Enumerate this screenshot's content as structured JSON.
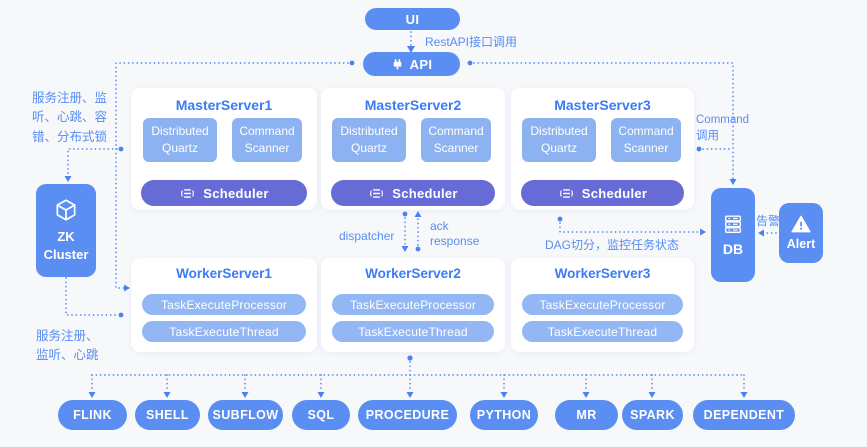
{
  "top": {
    "ui": "UI",
    "rest_label": "RestAPI接口调用",
    "api": "API"
  },
  "left": {
    "note_top": "服务注册、监\n听、心跳、容\n错、分布式锁",
    "zk_name": "ZK\nCluster",
    "note_bottom": "服务注册、\n监听、心跳"
  },
  "masters": [
    {
      "title": "MasterServer1",
      "quartz": "Distributed Quartz",
      "scanner": "Command Scanner",
      "scheduler": "Scheduler"
    },
    {
      "title": "MasterServer2",
      "quartz": "Distributed Quartz",
      "scanner": "Command Scanner",
      "scheduler": "Scheduler"
    },
    {
      "title": "MasterServer3",
      "quartz": "Distributed Quartz",
      "scanner": "Command Scanner",
      "scheduler": "Scheduler"
    }
  ],
  "workers": [
    {
      "title": "WorkerServer1",
      "processor": "TaskExecuteProcessor",
      "thread": "TaskExecuteThread"
    },
    {
      "title": "WorkerServer2",
      "processor": "TaskExecuteProcessor",
      "thread": "TaskExecuteThread"
    },
    {
      "title": "WorkerServer3",
      "processor": "TaskExecuteProcessor",
      "thread": "TaskExecuteThread"
    }
  ],
  "middle": {
    "dispatcher": "dispatcher",
    "ack": "ack\nresponse"
  },
  "right": {
    "command_label": "Command\n调用",
    "dag_label": "DAG切分，监控任务状态",
    "alert_cn": "告警",
    "db": "DB",
    "alert": "Alert"
  },
  "tasks": [
    "FLINK",
    "SHELL",
    "SUBFLOW",
    "SQL",
    "PROCEDURE",
    "PYTHON",
    "MR",
    "SPARK",
    "DEPENDENT"
  ],
  "colors": {
    "primary_blue": "#5b8ef2",
    "inner_blue": "#8db2f2",
    "worker_pill_blue": "#93b7f4",
    "scheduler_purple": "#666bd6",
    "title_blue": "#3b7cf6",
    "background": "#f7f8fa"
  }
}
